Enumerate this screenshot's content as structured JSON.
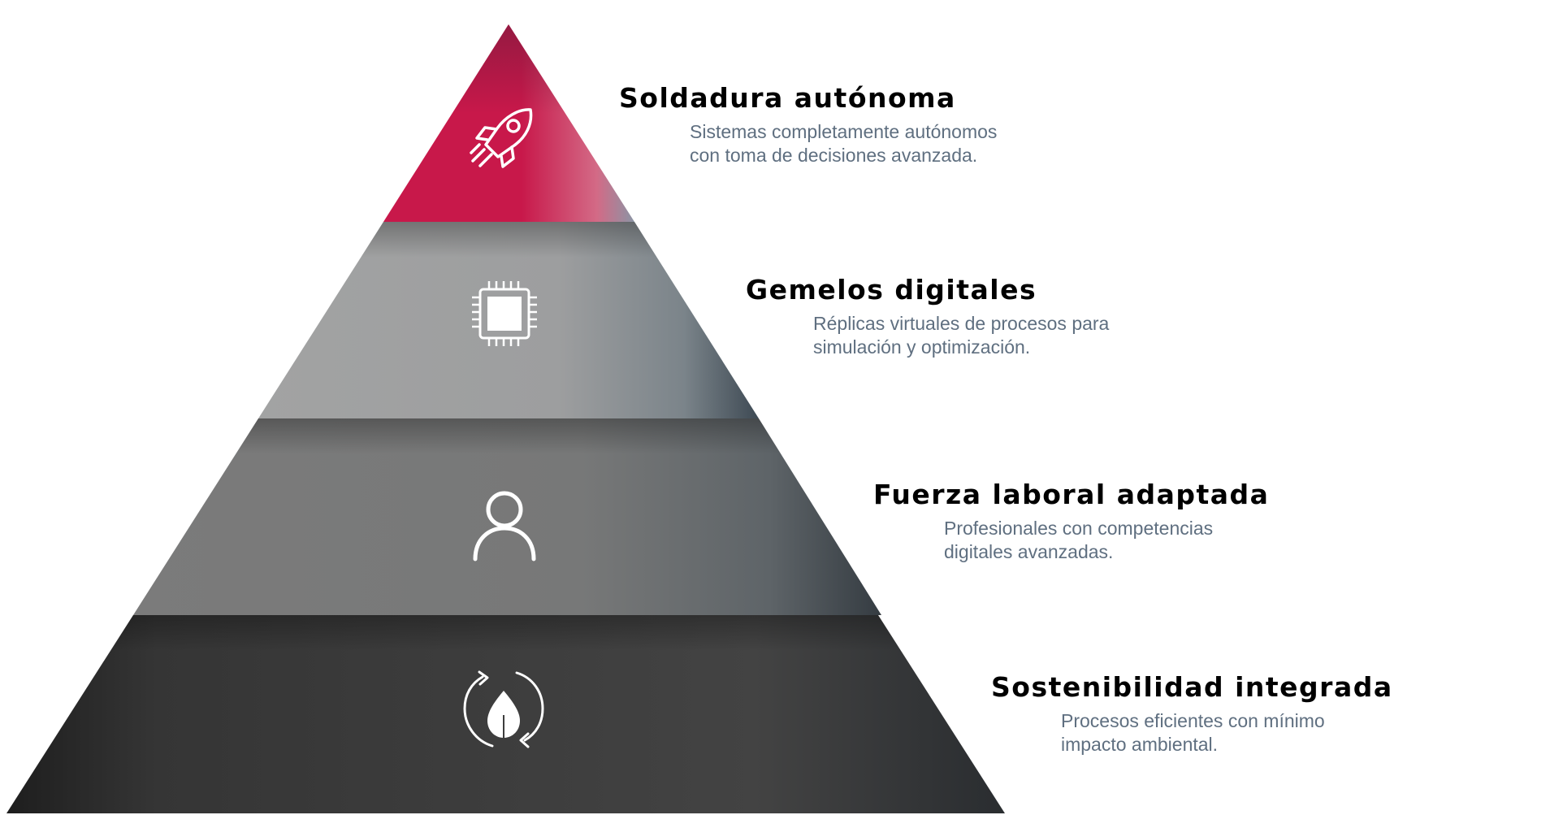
{
  "tiers": [
    {
      "title": "Soldadura autónoma",
      "desc_lines": [
        "Sistemas completamente autónomos",
        "con toma de decisiones avanzada."
      ],
      "icon": "rocket-icon",
      "color": "#c8184a"
    },
    {
      "title": "Gemelos digitales",
      "desc_lines": [
        "Réplicas virtuales de procesos para",
        "simulación y optimización."
      ],
      "icon": "chip-icon",
      "color": "#a0a1a1"
    },
    {
      "title": "Fuerza laboral adaptada",
      "desc_lines": [
        "Profesionales con competencias",
        "digitales avanzadas."
      ],
      "icon": "user-icon",
      "color": "#797979"
    },
    {
      "title": "Sostenibilidad integrada",
      "desc_lines": [
        "Procesos eficientes con mínimo",
        "impacto ambiental."
      ],
      "icon": "eco-drop-icon",
      "color": "#3d3d3d"
    }
  ]
}
